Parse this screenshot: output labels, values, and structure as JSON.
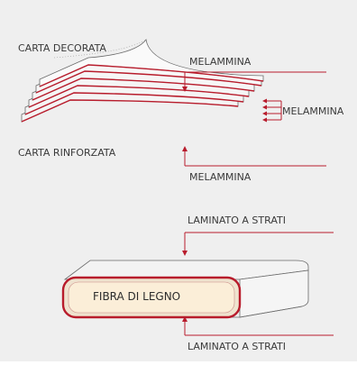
{
  "labels": {
    "decor_paper": "CARTA DECORATA",
    "reinforced_paper": "CARTA RINFORZATA",
    "melamine_top": "MELAMMINA",
    "melamine_side": "MELAMMINA",
    "melamine_bottom": "MELAMMINA",
    "laminate_top": "LAMINATO A STRATI",
    "core": "FIBRA DI LEGNO",
    "laminate_bottom": "LAMINATO A STRATI"
  },
  "colors": {
    "background": "#efefef",
    "accent": "#b81c2c",
    "sheet_fill": "#f6f6f6",
    "sheet_stroke": "#6a6a6a",
    "core_fill": "#fbeed8"
  }
}
